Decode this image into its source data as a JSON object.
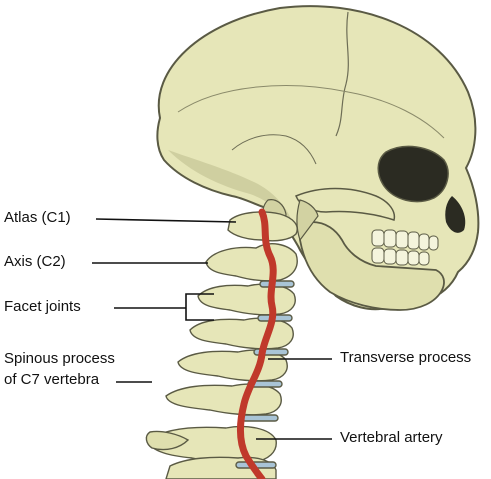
{
  "labels": {
    "atlas": "Atlas (C1)",
    "axis": "Axis (C2)",
    "facet_joints": "Facet joints",
    "spinous_process_line1": "Spinous process",
    "spinous_process_line2": "of C7 vertebra",
    "transverse_process": "Transverse process",
    "vertebral_artery": "Vertebral artery"
  },
  "colors": {
    "bone": "#e6e6b8",
    "bone_shadow": "#c9c99a",
    "outline": "#5a5a44",
    "artery": "#c0392b",
    "disc": "#a9c4d6",
    "leader_line": "#111111"
  }
}
